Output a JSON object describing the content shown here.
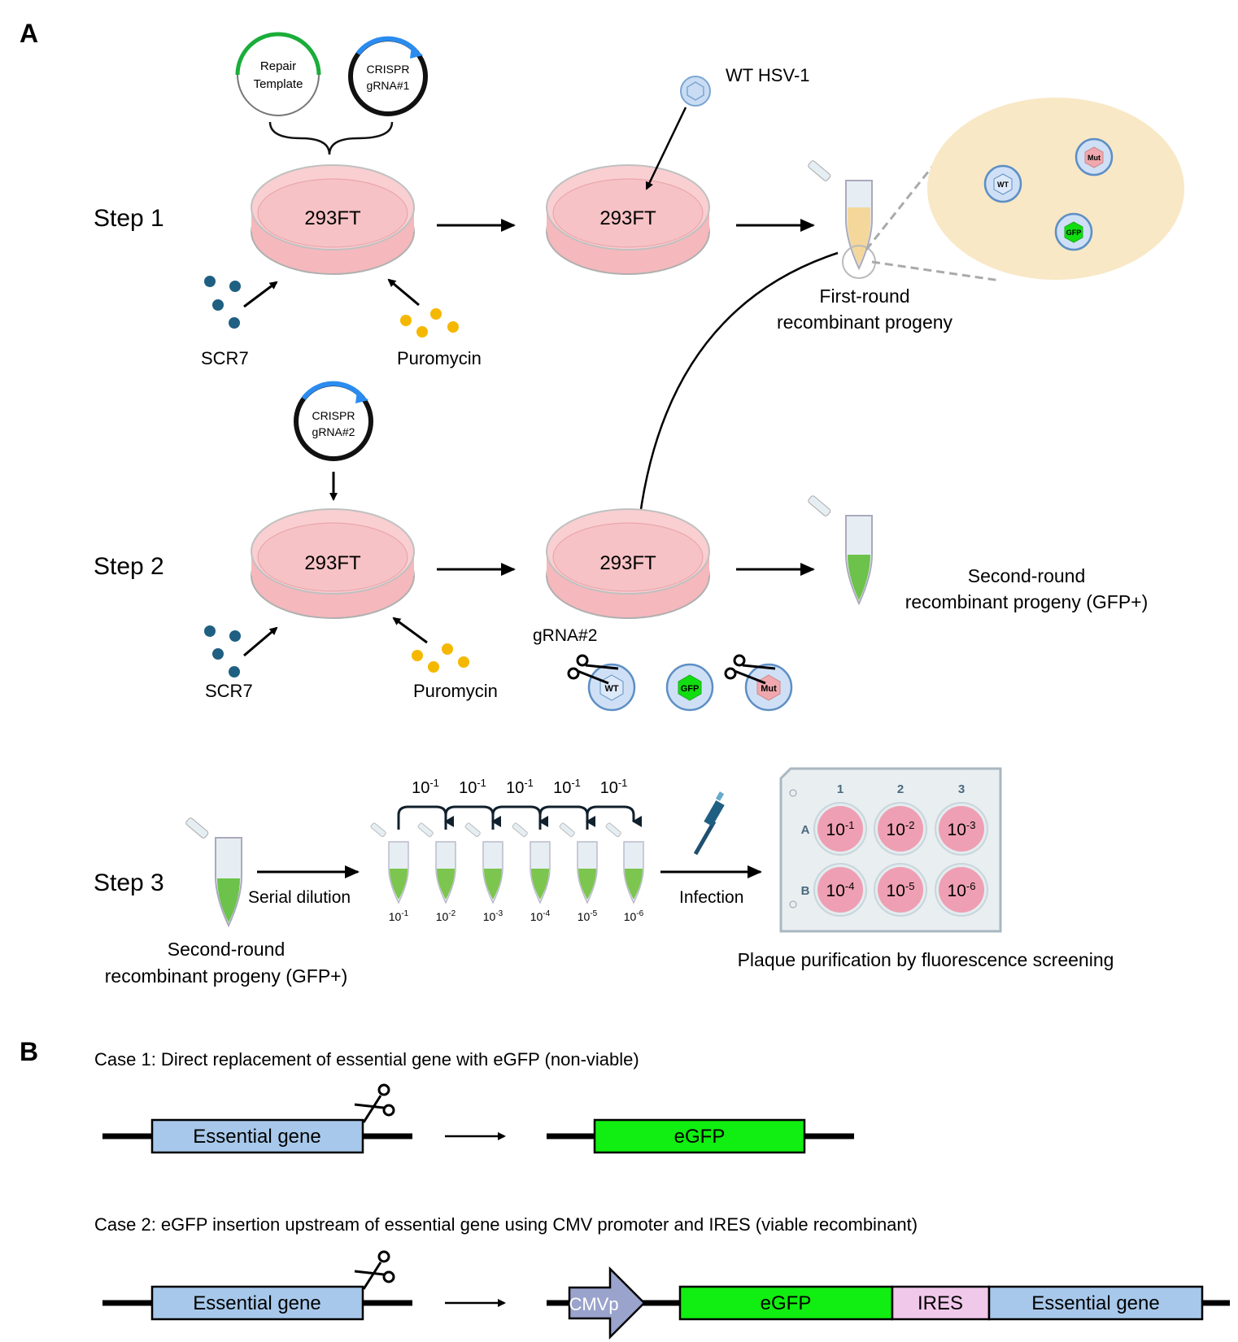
{
  "panels": {
    "a": {
      "label": "A",
      "step1": {
        "title": "Step 1",
        "repair_template": [
          "Repair",
          "Template"
        ],
        "crispr1": [
          "CRISPR",
          "gRNA#1"
        ],
        "dish_left": "293FT",
        "dish_right": "293FT",
        "scr7": "SCR7",
        "puromycin": "Puromycin",
        "virus_label": "WT HSV-1",
        "progeny": [
          "First-round",
          "recombinant progeny"
        ],
        "zoom_viruses": [
          "WT",
          "Mut",
          "GFP"
        ]
      },
      "step2": {
        "title": "Step 2",
        "crispr2": [
          "CRISPR",
          "gRNA#2"
        ],
        "dish_left": "293FT",
        "dish_right": "293FT",
        "scr7": "SCR7",
        "puromycin": "Puromycin",
        "grna_label": "gRNA#2",
        "viruses": [
          "WT",
          "GFP",
          "Mut"
        ],
        "progeny": [
          "Second-round",
          "recombinant progeny (GFP+)"
        ]
      },
      "step3": {
        "title": "Step 3",
        "serial_dilution": "Serial dilution",
        "source": [
          "Second-round",
          "recombinant progeny (GFP+)"
        ],
        "dilution_step": "10",
        "dilution_step_exp": "-1",
        "tubes": [
          {
            "base": "10",
            "exp": "-1"
          },
          {
            "base": "10",
            "exp": "-2"
          },
          {
            "base": "10",
            "exp": "-3"
          },
          {
            "base": "10",
            "exp": "-4"
          },
          {
            "base": "10",
            "exp": "-5"
          },
          {
            "base": "10",
            "exp": "-6"
          }
        ],
        "infection": "Infection",
        "plate_cols": [
          "1",
          "2",
          "3"
        ],
        "plate_rows": [
          "A",
          "B"
        ],
        "wells": [
          {
            "base": "10",
            "exp": "-1"
          },
          {
            "base": "10",
            "exp": "-2"
          },
          {
            "base": "10",
            "exp": "-3"
          },
          {
            "base": "10",
            "exp": "-4"
          },
          {
            "base": "10",
            "exp": "-5"
          },
          {
            "base": "10",
            "exp": "-6"
          }
        ],
        "plaque_caption": "Plaque purification by fluorescence screening"
      }
    },
    "b": {
      "label": "B",
      "case1": {
        "title": "Case 1: Direct replacement of essential gene with eGFP (non-viable)",
        "gene": "Essential gene",
        "result": "eGFP"
      },
      "case2": {
        "title": "Case 2: eGFP insertion upstream of essential gene using CMV promoter and IRES (viable recombinant)",
        "gene": "Essential gene",
        "promoter": "CMVp",
        "egfp": "eGFP",
        "ires": "IRES",
        "essential": "Essential gene"
      }
    }
  },
  "colors": {
    "dish_pink": "#f4c6c8",
    "gene_blue": "#a7c8ea",
    "egfp_green": "#11ee11",
    "ires_pink": "#f0c8ea",
    "cmv_purple": "#9aa3cc",
    "scr7_blue": "#1f5f82",
    "puro_yellow": "#f5b800",
    "zoom_bg": "#f8e8c6"
  }
}
